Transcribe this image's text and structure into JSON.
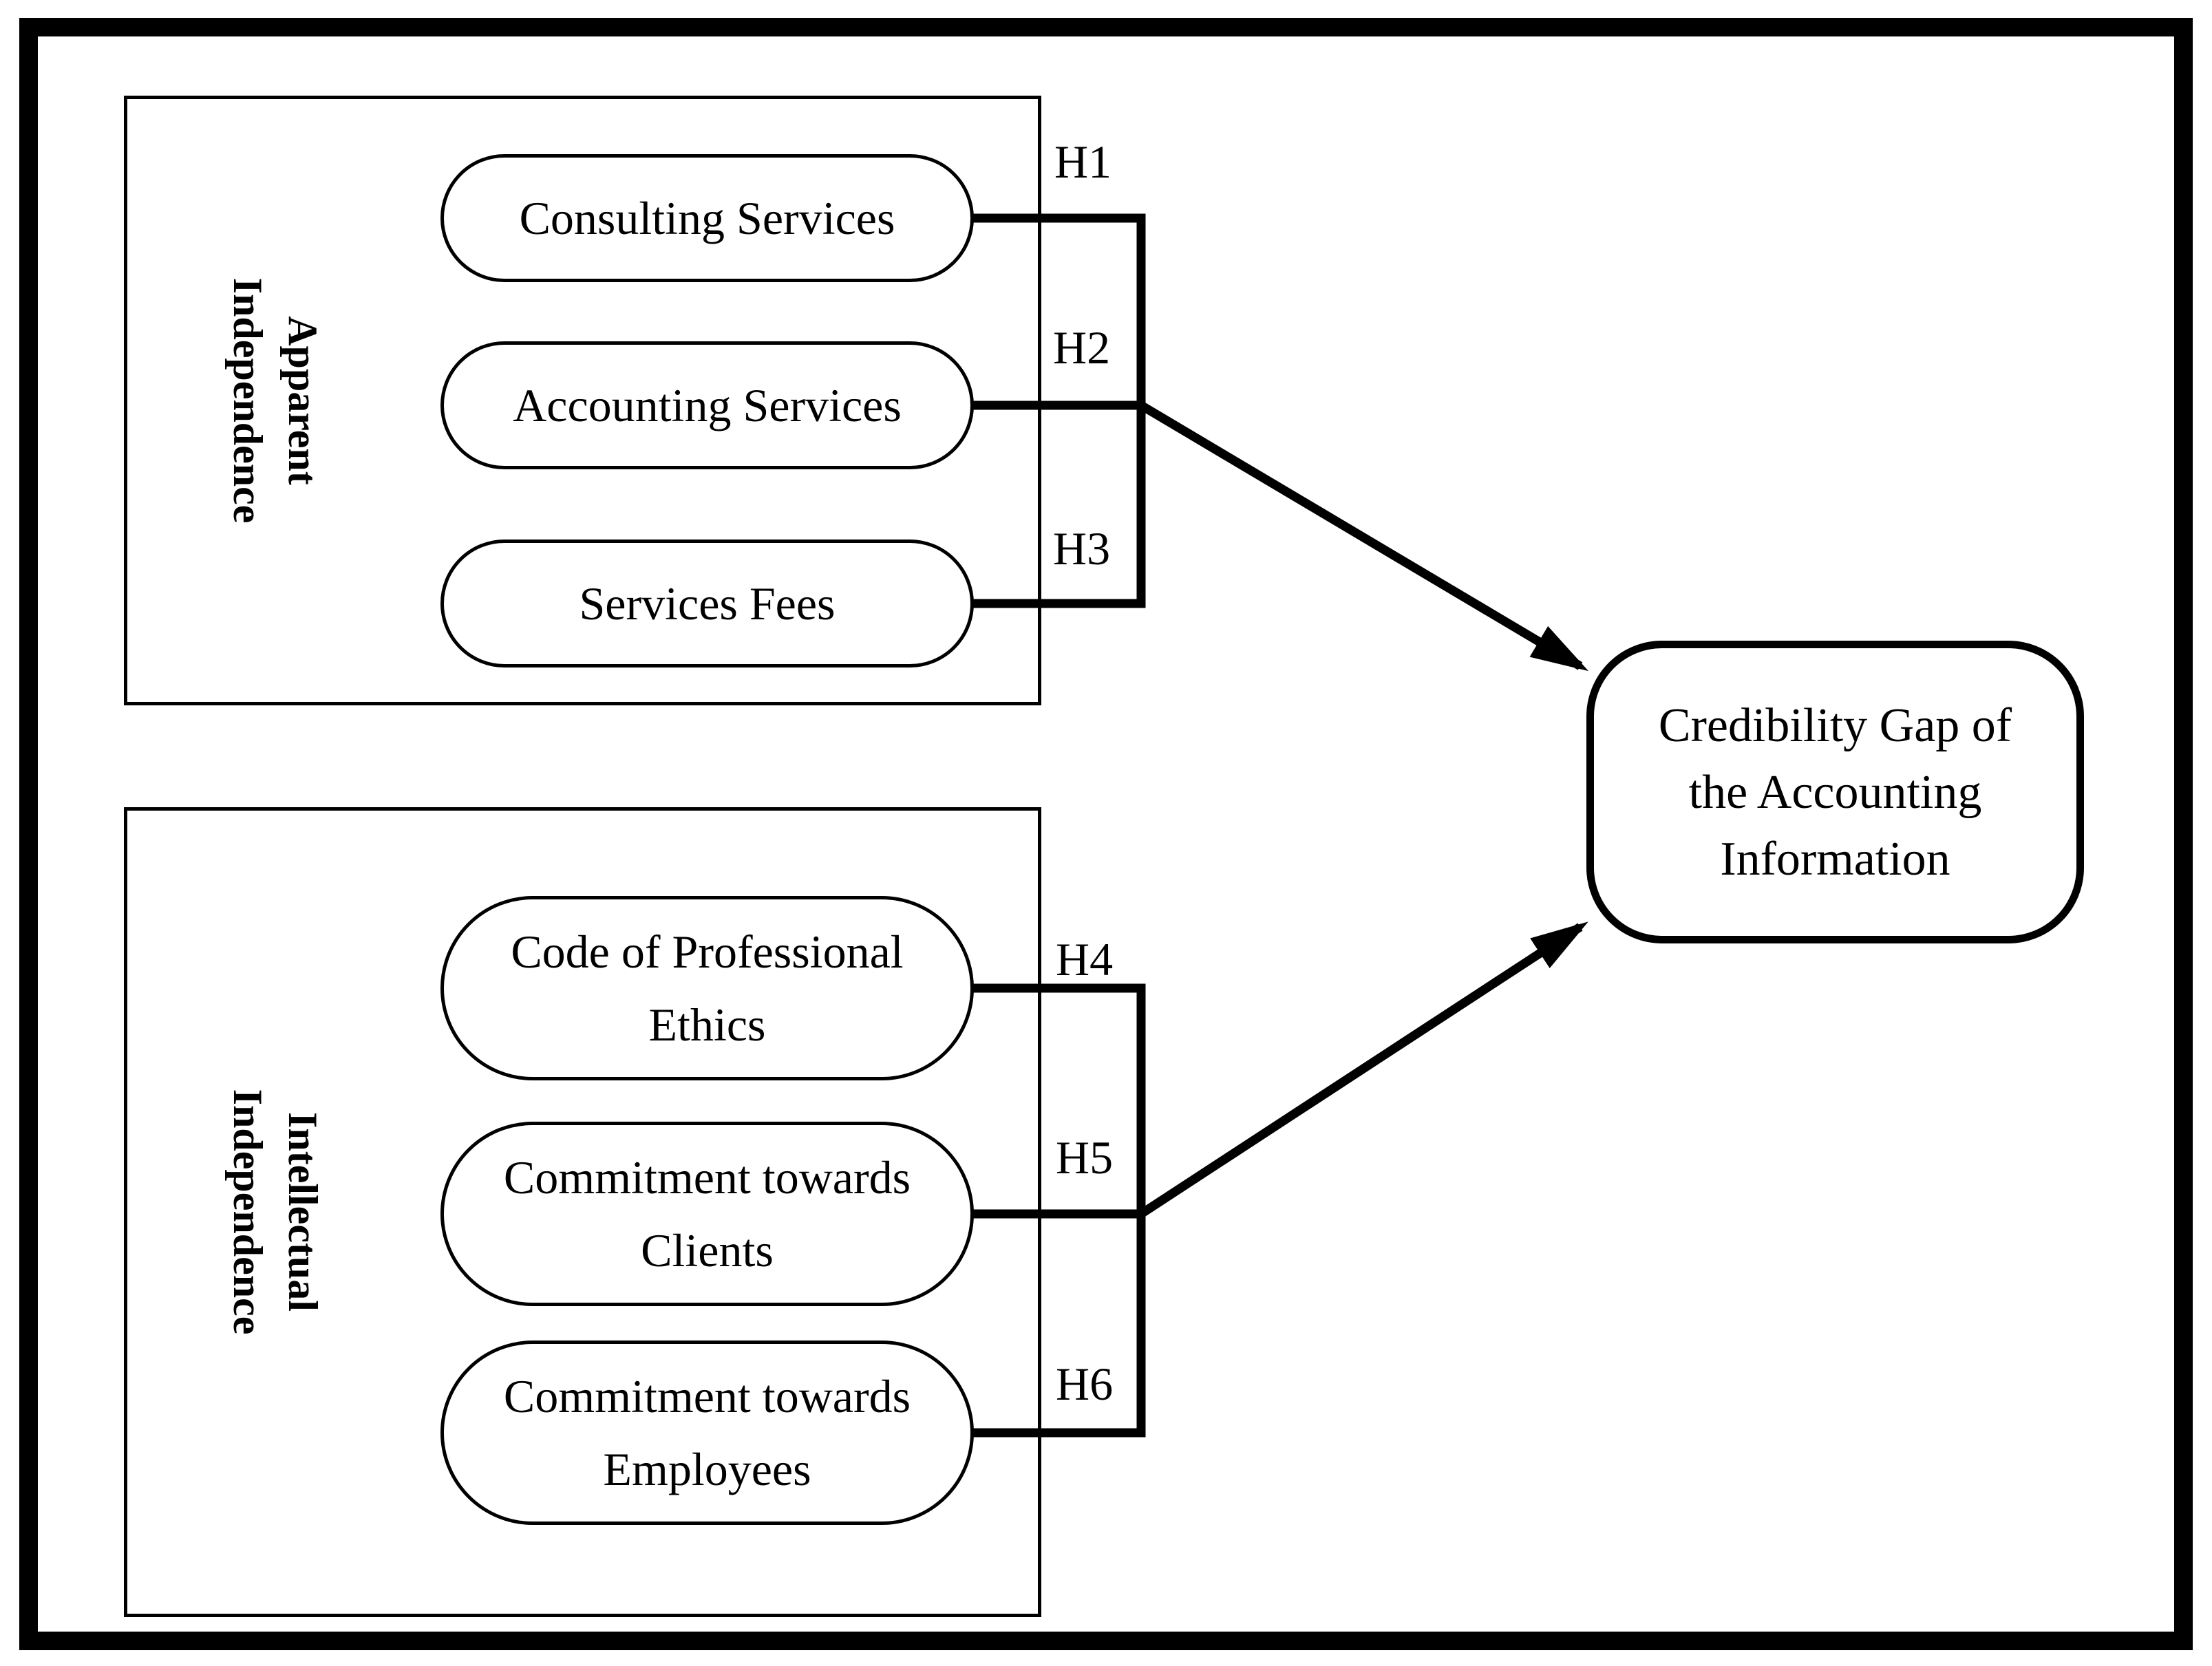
{
  "diagram": {
    "groups": [
      {
        "label_lines": [
          "Apparent",
          "Independence"
        ],
        "items": [
          {
            "lines": [
              "Consulting Services"
            ],
            "hypothesis": "H1"
          },
          {
            "lines": [
              "Accounting Services"
            ],
            "hypothesis": "H2"
          },
          {
            "lines": [
              "Services Fees"
            ],
            "hypothesis": "H3"
          }
        ]
      },
      {
        "label_lines": [
          "Intellectual",
          "Independence"
        ],
        "items": [
          {
            "lines": [
              "Code of Professional",
              "Ethics"
            ],
            "hypothesis": "H4"
          },
          {
            "lines": [
              "Commitment towards",
              "Clients"
            ],
            "hypothesis": "H5"
          },
          {
            "lines": [
              "Commitment towards",
              "Employees"
            ],
            "hypothesis": "H6"
          }
        ]
      }
    ],
    "outcome": {
      "lines": [
        "Credibility Gap of",
        "the Accounting",
        "Information"
      ]
    },
    "colors": {
      "ink": "#000000",
      "background": "#ffffff"
    }
  }
}
